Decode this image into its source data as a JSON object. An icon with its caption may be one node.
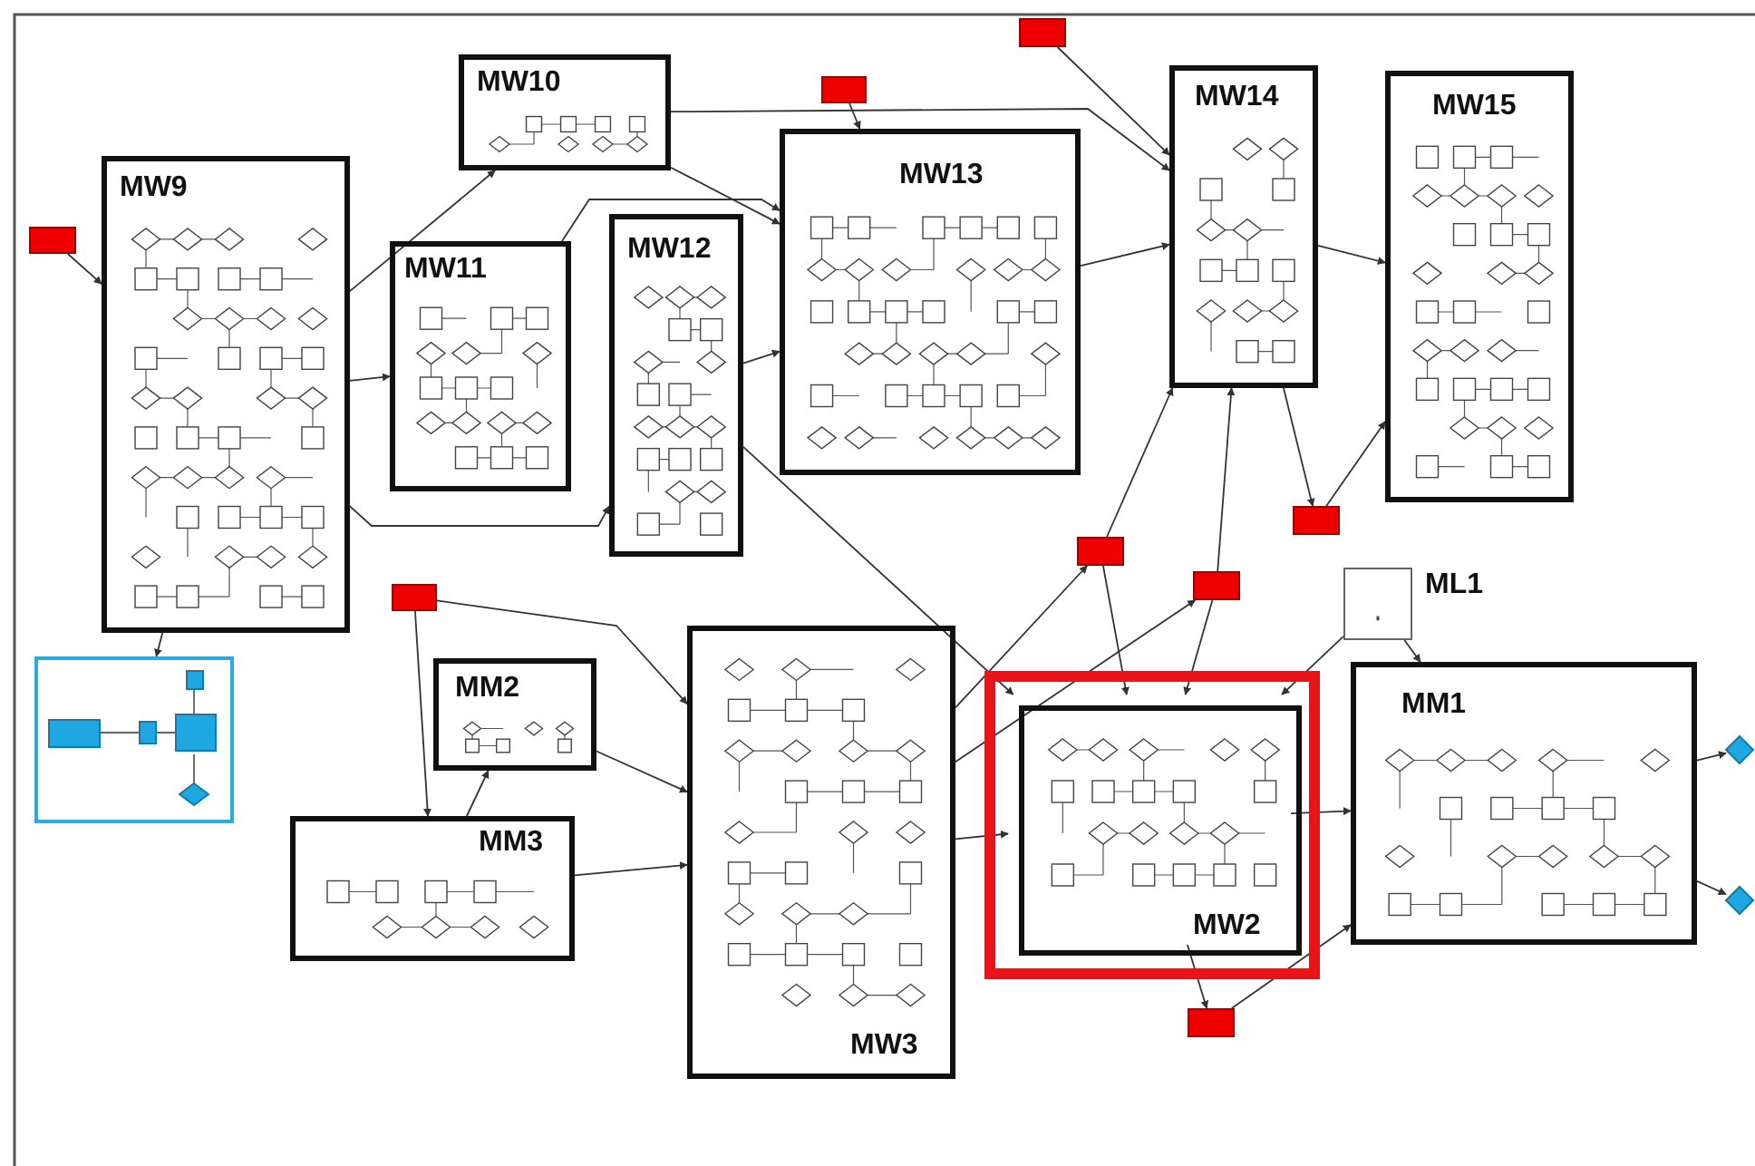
{
  "diagram": {
    "nodes": [
      {
        "text": [
          "MW10"
        ]
      },
      {
        "text": [
          "MW9"
        ]
      },
      {
        "text": [
          "MW11"
        ]
      },
      {
        "text": [
          "MW12"
        ]
      },
      {
        "text": [
          "MW13"
        ]
      },
      {
        "text": [
          "MW14"
        ]
      },
      {
        "text": [
          "MW15"
        ]
      },
      {
        "text": [
          "MM2"
        ]
      },
      {
        "text": [
          "MM3"
        ]
      },
      {
        "text": [
          "MW3"
        ]
      },
      {
        "text": [],
        "shape": "box"
      },
      {
        "text": [
          "MW2"
        ],
        "in": 10
      },
      {
        "text": [
          "ML1"
        ]
      },
      {
        "text": [
          "MM1"
        ]
      },
      {
        "text": [],
        "shape": "box"
      },
      {
        "text": [],
        "shape": "box"
      },
      {
        "text": [],
        "shape": "box"
      },
      {
        "text": [],
        "shape": "box"
      },
      {
        "text": [],
        "shape": "box"
      },
      {
        "text": [],
        "shape": "box"
      },
      {
        "text": [],
        "shape": "box"
      },
      {
        "text": [],
        "shape": "box"
      },
      {
        "text": [],
        "shape": "box"
      },
      {
        "text": [],
        "shape": "diamond"
      },
      {
        "text": [],
        "shape": "diamond"
      }
    ],
    "edges": [
      {
        "from": 15,
        "to": 1,
        "arrow": "to"
      },
      {
        "from": 1,
        "to": 0,
        "arrow": "to"
      },
      {
        "from": 0,
        "to": 4,
        "arrow": "to"
      },
      {
        "from": 0,
        "to": 5,
        "arrow": "to"
      },
      {
        "from": 16,
        "to": 4,
        "arrow": "to"
      },
      {
        "from": 17,
        "to": 5,
        "arrow": "to"
      },
      {
        "from": 1,
        "to": 2,
        "arrow": "to"
      },
      {
        "from": 1,
        "to": 3,
        "arrow": "to"
      },
      {
        "from": 2,
        "to": 4,
        "arrow": "to"
      },
      {
        "from": 3,
        "to": 4,
        "arrow": "to"
      },
      {
        "from": 3,
        "to": 11,
        "arrow": "to"
      },
      {
        "from": 4,
        "to": 5,
        "arrow": "to"
      },
      {
        "from": 5,
        "to": 6,
        "arrow": "to"
      },
      {
        "from": 5,
        "to": 21,
        "arrow": "to"
      },
      {
        "from": 21,
        "to": 6,
        "arrow": "to"
      },
      {
        "from": 19,
        "to": 5,
        "arrow": "to"
      },
      {
        "from": 20,
        "to": 5,
        "arrow": "to"
      },
      {
        "from": 19,
        "to": 11,
        "arrow": "to"
      },
      {
        "from": 20,
        "to": 11,
        "arrow": "to"
      },
      {
        "from": 18,
        "to": 8,
        "arrow": "to"
      },
      {
        "from": 18,
        "to": 9,
        "arrow": "to"
      },
      {
        "from": 8,
        "to": 7,
        "arrow": "to"
      },
      {
        "from": 7,
        "to": 9,
        "arrow": "to"
      },
      {
        "from": 8,
        "to": 9,
        "arrow": "to"
      },
      {
        "from": 1,
        "to": 14,
        "arrow": "to"
      },
      {
        "from": 9,
        "to": 19,
        "arrow": "to"
      },
      {
        "from": 9,
        "to": 20,
        "arrow": "to"
      },
      {
        "from": 9,
        "to": 11,
        "arrow": "to"
      },
      {
        "from": 11,
        "to": 13,
        "arrow": "to"
      },
      {
        "from": 11,
        "to": 22,
        "arrow": "to"
      },
      {
        "from": 22,
        "to": 13,
        "arrow": "to"
      },
      {
        "from": 12,
        "to": 11,
        "arrow": "to"
      },
      {
        "from": 12,
        "to": 13,
        "arrow": "to"
      },
      {
        "from": 13,
        "to": 23,
        "arrow": "to"
      },
      {
        "from": 13,
        "to": 24,
        "arrow": "to"
      }
    ]
  }
}
